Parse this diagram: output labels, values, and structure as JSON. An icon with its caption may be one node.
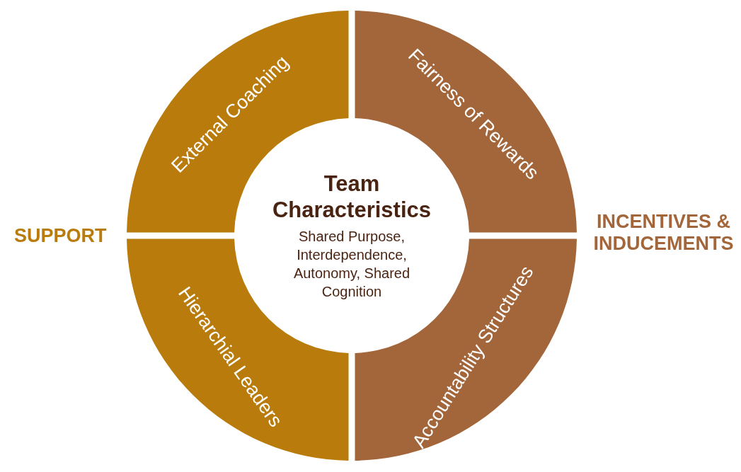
{
  "diagram": {
    "nodes": [
      {
        "text": [
          "External Coaching"
        ]
      },
      {
        "text": [
          "Fairness of Rewards"
        ]
      },
      {
        "text": [
          "Hierarchial Leaders"
        ]
      },
      {
        "text": [
          "Accountability Structures"
        ]
      },
      {
        "text": [
          "Team Characteristics",
          "Shared Purpose, Interdependence, Autonomy, Shared Cognition"
        ]
      }
    ],
    "labels": [
      "SUPPORT",
      "INCENTIVES & INDUCEMENTS"
    ]
  }
}
